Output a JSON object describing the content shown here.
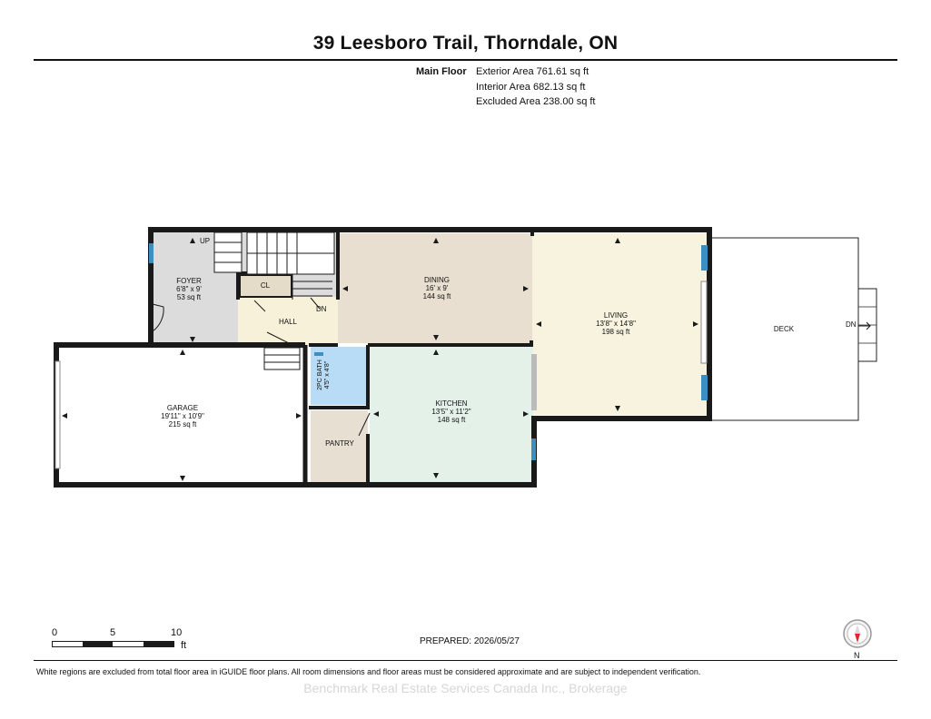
{
  "header": {
    "title": "39 Leesboro Trail, Thorndale, ON"
  },
  "areas": {
    "floor_label": "Main Floor",
    "exterior": "Exterior Area 761.61 sq ft",
    "interior": "Interior Area 682.13 sq ft",
    "excluded": "Excluded Area 238.00 sq ft"
  },
  "rooms": {
    "foyer": {
      "name": "FOYER",
      "dims": "6'8\" x 9'",
      "area": "53 sq ft"
    },
    "dining": {
      "name": "DINING",
      "dims": "16' x 9'",
      "area": "144 sq ft"
    },
    "living": {
      "name": "LIVING",
      "dims": "13'8\" x 14'8\"",
      "area": "198 sq ft"
    },
    "garage": {
      "name": "GARAGE",
      "dims": "19'11\" x 10'9\"",
      "area": "215 sq ft"
    },
    "bath": {
      "name": "2PC BATH",
      "dims": "4'5\" x 4'8\""
    },
    "kitchen": {
      "name": "KITCHEN",
      "dims": "13'5\" x 11'2\"",
      "area": "148 sq ft"
    },
    "pantry": {
      "name": "PANTRY"
    },
    "hall": {
      "name": "HALL"
    },
    "closet": {
      "name": "CL"
    },
    "deck": {
      "name": "DECK"
    }
  },
  "stairs": {
    "up": "UP",
    "down": "DN",
    "deck_down": "DN"
  },
  "scale": {
    "ticks": [
      "0",
      "5",
      "10"
    ],
    "unit": "ft"
  },
  "footer": {
    "prepared": "PREPARED: 2026/05/27",
    "disclaimer": "White regions are excluded from total floor area in iGUIDE floor plans. All room dimensions and floor areas must be considered approximate and are subject to independent verification.",
    "watermark": "Benchmark Real Estate Services Canada Inc., Brokerage"
  },
  "compass": {
    "label": "N"
  },
  "colors": {
    "foyer": "#dcdcdc",
    "hall": "#f6f1d8",
    "dining": "#e8dfd0",
    "living": "#f8f3df",
    "kitchen": "#e4f1e8",
    "bath": "#b9dcf6",
    "pantry": "#e7dfd1",
    "closet": "#e4dcc8",
    "wall": "#1a1a1a",
    "window": "#3d8fbf"
  }
}
